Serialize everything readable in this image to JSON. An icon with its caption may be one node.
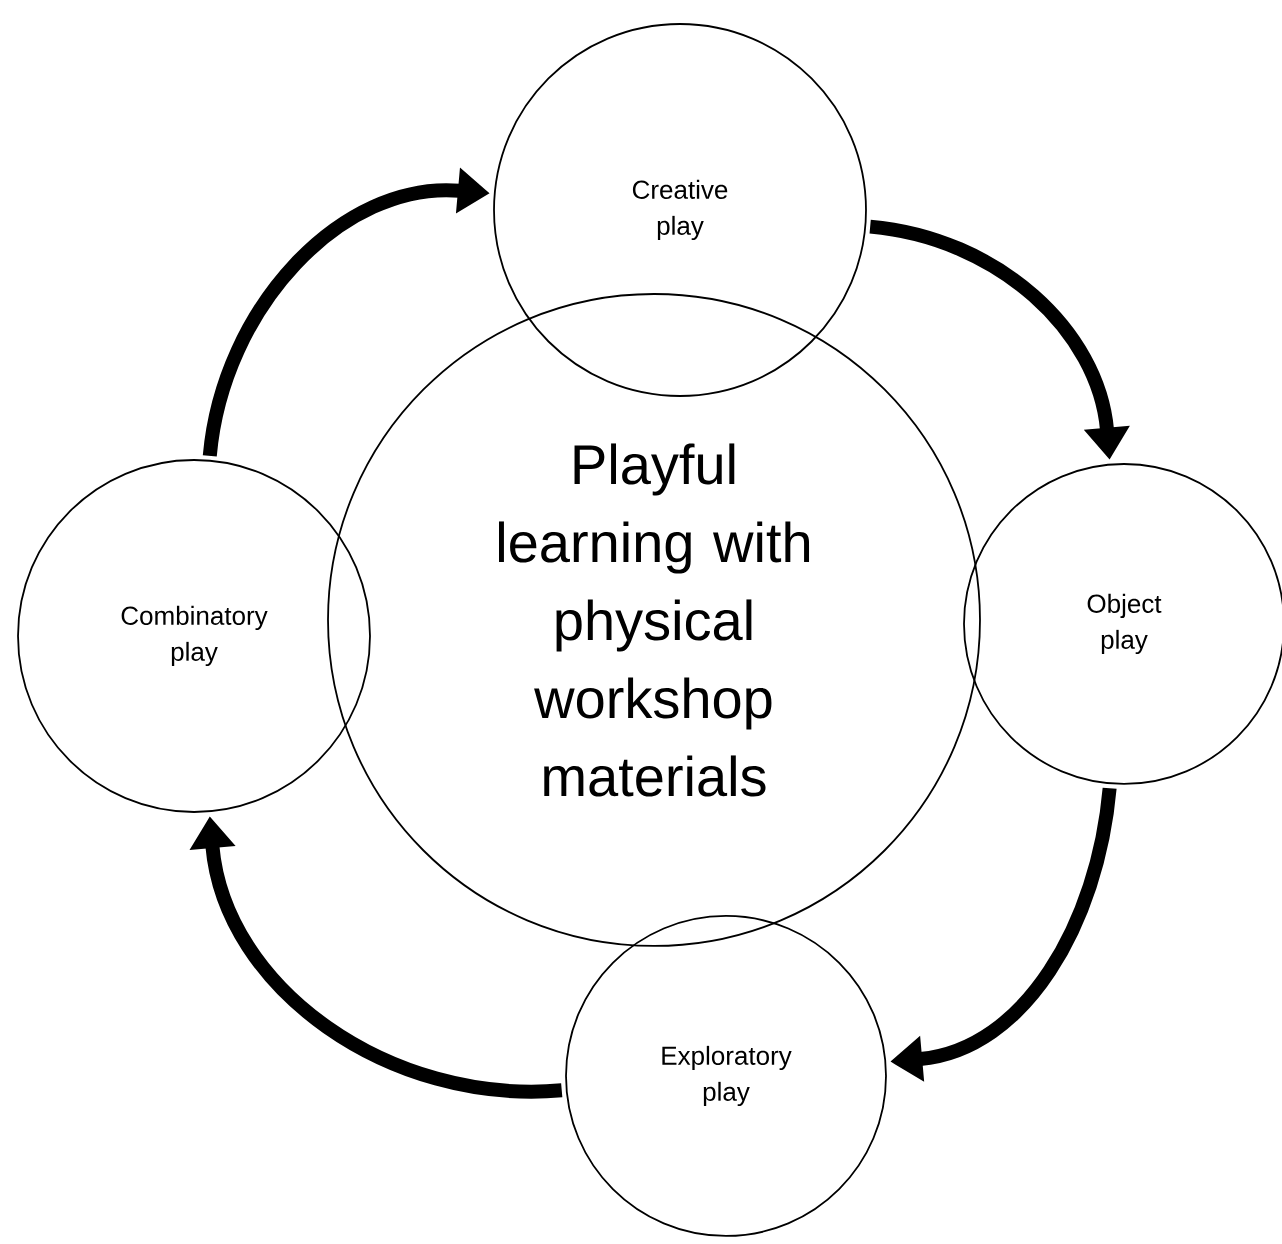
{
  "diagram": {
    "nodes": [
      {
        "text": [
          "Playful learning with physical workshop materials"
        ]
      },
      {
        "text": [
          "Creative play"
        ]
      },
      {
        "text": [
          "Object play"
        ]
      },
      {
        "text": [
          "Exploratory play"
        ]
      },
      {
        "text": [
          "Combinatory play"
        ]
      }
    ],
    "edges": [
      {
        "from": 1,
        "to": 2,
        "arrow": "to"
      },
      {
        "from": 2,
        "to": 3,
        "arrow": "to"
      },
      {
        "from": 3,
        "to": 4,
        "arrow": "to"
      },
      {
        "from": 4,
        "to": 1,
        "arrow": "to"
      }
    ]
  }
}
